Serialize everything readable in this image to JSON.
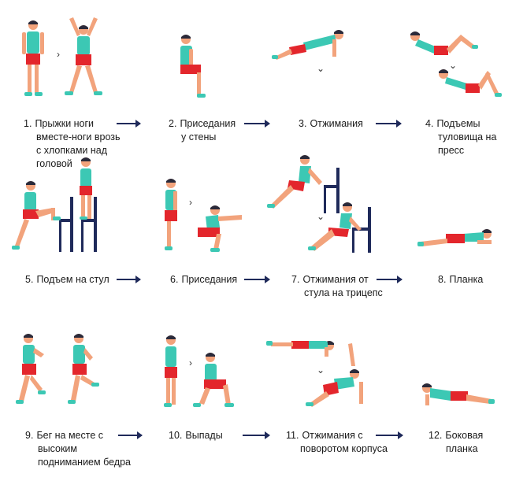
{
  "colors": {
    "shirt": "#3cc8b4",
    "shorts": "#e3262c",
    "skin": "#f2a37c",
    "hair": "#2a2a3a",
    "shoe": "#3cc8b4",
    "chair": "#1f2a5a",
    "arrow": "#1f2a5a"
  },
  "exercises": [
    {
      "num": "1.",
      "lines": [
        "Прыжки ноги",
        "вместе-ноги врозь",
        "с хлопками над",
        "головой"
      ]
    },
    {
      "num": "2.",
      "lines": [
        "Приседания",
        "у стены"
      ]
    },
    {
      "num": "3.",
      "lines": [
        "Отжимания"
      ]
    },
    {
      "num": "4.",
      "lines": [
        "Подъемы",
        "туловища на",
        "пресс"
      ]
    },
    {
      "num": "5.",
      "lines": [
        "Подъем на стул"
      ]
    },
    {
      "num": "6.",
      "lines": [
        "Приседания"
      ]
    },
    {
      "num": "7.",
      "lines": [
        "Отжимания от",
        "стула на трицепс"
      ]
    },
    {
      "num": "8.",
      "lines": [
        "Планка"
      ]
    },
    {
      "num": "9.",
      "lines": [
        "Бег на месте с",
        "высоким",
        "подниманием бедра"
      ]
    },
    {
      "num": "10.",
      "lines": [
        "Выпады"
      ]
    },
    {
      "num": "11.",
      "lines": [
        "Отжимания с",
        "поворотом корпуса"
      ]
    },
    {
      "num": "12.",
      "lines": [
        "Боковая",
        "планка"
      ]
    }
  ],
  "step_separator": "›",
  "vertical_separator": "⌄"
}
